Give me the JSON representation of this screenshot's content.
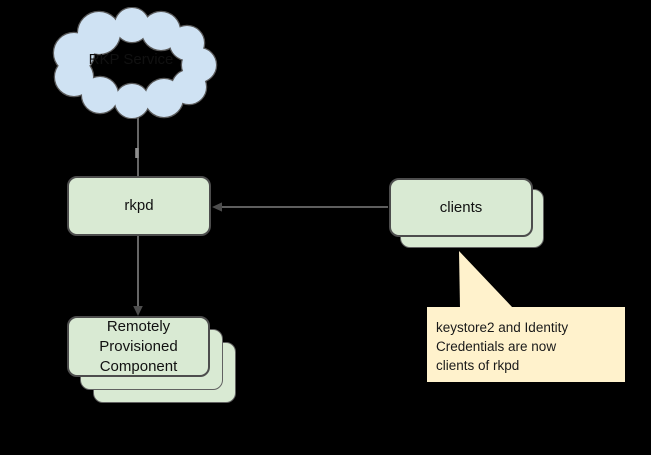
{
  "diagram": {
    "type": "component-diagram",
    "background": "#000000",
    "nodes": {
      "rkp_service": {
        "shape": "cloud",
        "label": "RKP Service",
        "fill": "#cfe2f3",
        "stroke": "#595959"
      },
      "rkpd": {
        "shape": "rounded-rect",
        "label": "rkpd",
        "fill": "#d9ead3",
        "stroke": "#4d4d4d"
      },
      "clients": {
        "shape": "rounded-rect-stack",
        "stack_count": 2,
        "label": "clients",
        "fill": "#d9ead3",
        "stroke": "#4d4d4d"
      },
      "rpc": {
        "shape": "rounded-rect-stack",
        "stack_count": 3,
        "label": "Remotely Provisioned Component",
        "label_lines": [
          "Remotely",
          "Provisioned",
          "Component"
        ],
        "fill": "#d9ead3",
        "stroke": "#4d4d4d"
      }
    },
    "edges": [
      {
        "id": "rkpd-to-rkp-service",
        "from": "rkpd",
        "to": "rkp_service",
        "direction": "up",
        "color": "#666666"
      },
      {
        "id": "clients-to-rkpd",
        "from": "clients",
        "to": "rkpd",
        "direction": "left",
        "color": "#666666"
      },
      {
        "id": "rkpd-to-rpc",
        "from": "rkpd",
        "to": "rpc",
        "direction": "down",
        "color": "#666666"
      }
    ],
    "callout": {
      "fill": "#fff2cc",
      "points_to": "clients",
      "text": "keystore2 and Identity Credentials are now clients of rkpd",
      "lines": [
        "keystore2 and Identity",
        "Credentials are now",
        "clients of rkpd"
      ]
    }
  }
}
